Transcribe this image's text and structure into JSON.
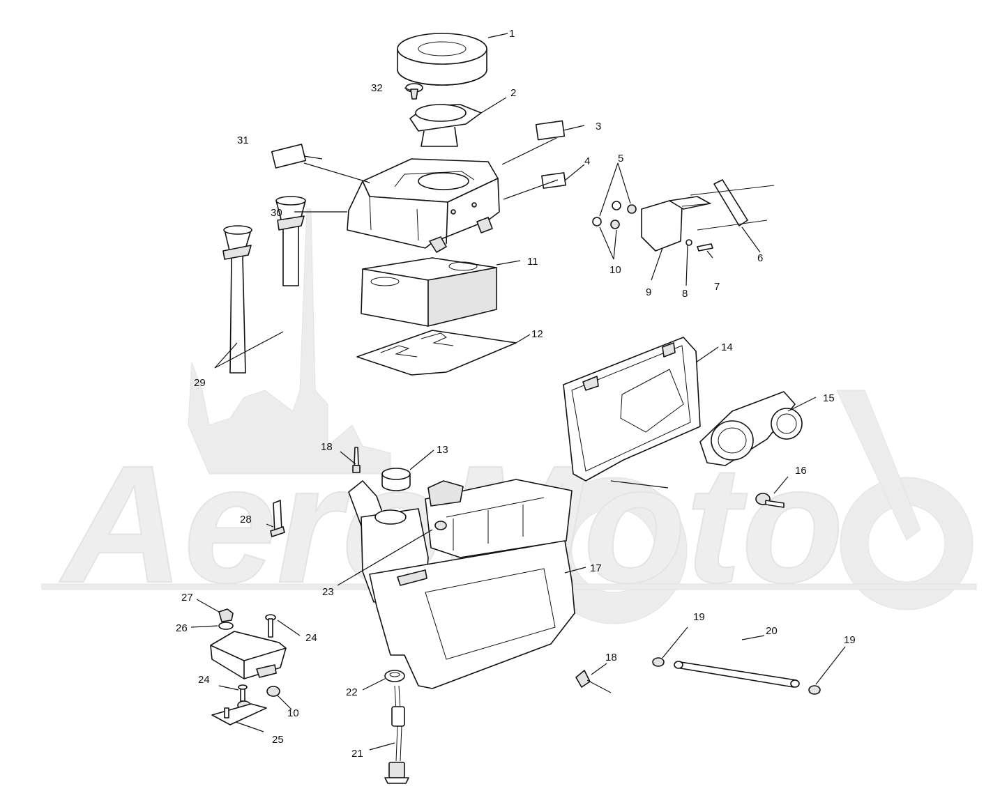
{
  "watermark": {
    "text": "AeroMoto"
  },
  "callouts": [
    {
      "id": "c1",
      "text": "1"
    },
    {
      "id": "c2",
      "text": "2"
    },
    {
      "id": "c3",
      "text": "3"
    },
    {
      "id": "c4",
      "text": "4"
    },
    {
      "id": "c5",
      "text": "5"
    },
    {
      "id": "c6",
      "text": "6"
    },
    {
      "id": "c7",
      "text": "7"
    },
    {
      "id": "c8",
      "text": "8"
    },
    {
      "id": "c9",
      "text": "9"
    },
    {
      "id": "c10a",
      "text": "10"
    },
    {
      "id": "c10b",
      "text": "10"
    },
    {
      "id": "c11",
      "text": "11"
    },
    {
      "id": "c12",
      "text": "12"
    },
    {
      "id": "c13",
      "text": "13"
    },
    {
      "id": "c14",
      "text": "14"
    },
    {
      "id": "c15",
      "text": "15"
    },
    {
      "id": "c16",
      "text": "16"
    },
    {
      "id": "c17",
      "text": "17"
    },
    {
      "id": "c18a",
      "text": "18"
    },
    {
      "id": "c18b",
      "text": "18"
    },
    {
      "id": "c19a",
      "text": "19"
    },
    {
      "id": "c19b",
      "text": "19"
    },
    {
      "id": "c20",
      "text": "20"
    },
    {
      "id": "c21",
      "text": "21"
    },
    {
      "id": "c22",
      "text": "22"
    },
    {
      "id": "c23",
      "text": "23"
    },
    {
      "id": "c24a",
      "text": "24"
    },
    {
      "id": "c24b",
      "text": "24"
    },
    {
      "id": "c25",
      "text": "25"
    },
    {
      "id": "c26",
      "text": "26"
    },
    {
      "id": "c27",
      "text": "27"
    },
    {
      "id": "c28",
      "text": "28"
    },
    {
      "id": "c29",
      "text": "29"
    },
    {
      "id": "c30",
      "text": "30"
    },
    {
      "id": "c31",
      "text": "31"
    },
    {
      "id": "c32",
      "text": "32"
    }
  ]
}
